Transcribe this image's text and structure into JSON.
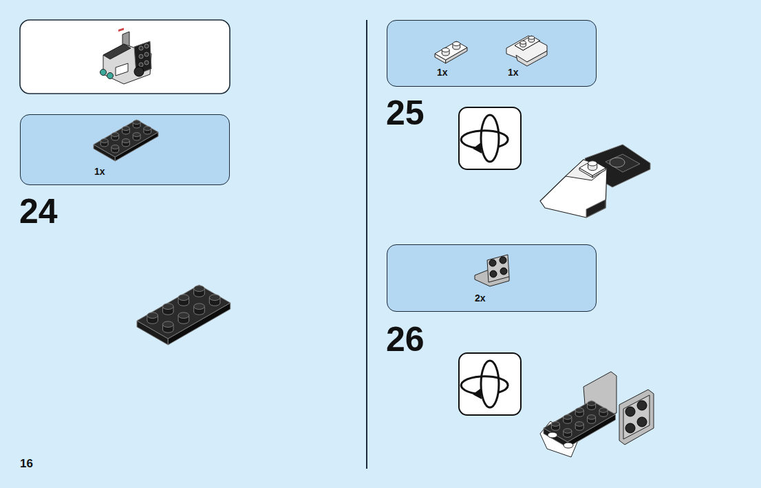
{
  "diagram": {
    "nodes": [
      {
        "text": [
          "1x"
        ]
      },
      {
        "text": [
          "1x",
          "1x"
        ]
      },
      {
        "text": [
          "2x"
        ]
      }
    ],
    "labels": [
      "24",
      "25",
      "26",
      "16"
    ]
  }
}
